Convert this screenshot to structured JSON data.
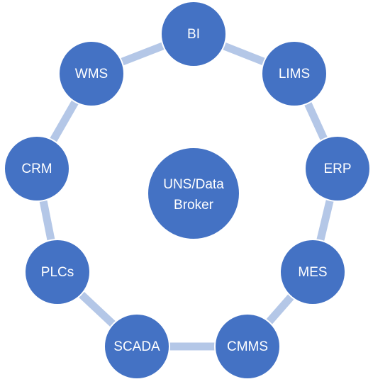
{
  "colors": {
    "node_fill": "#4472C4",
    "node_stroke": "#ffffff",
    "ring": "#B4C7E7",
    "label": "#ffffff"
  },
  "diagram": {
    "center": {
      "label_lines": [
        "UNS/Data",
        "Broker"
      ]
    },
    "nodes": [
      {
        "id": "bi",
        "label": "BI"
      },
      {
        "id": "lims",
        "label": "LIMS"
      },
      {
        "id": "erp",
        "label": "ERP"
      },
      {
        "id": "mes",
        "label": "MES"
      },
      {
        "id": "cmms",
        "label": "CMMS"
      },
      {
        "id": "scada",
        "label": "SCADA"
      },
      {
        "id": "plcs",
        "label": "PLCs"
      },
      {
        "id": "crm",
        "label": "CRM"
      },
      {
        "id": "wms",
        "label": "WMS"
      }
    ]
  }
}
